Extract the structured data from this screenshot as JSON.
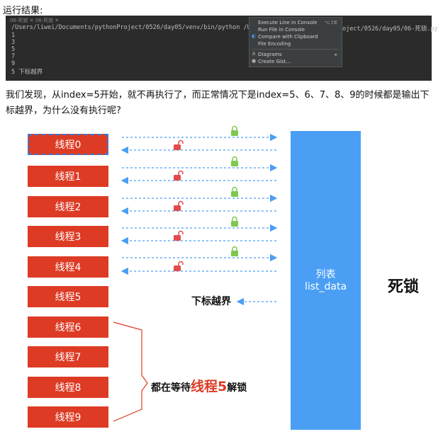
{
  "page_title": "运行结果:",
  "terminal": {
    "tabs": "06-死锁 ✕   06-死锁 ✕",
    "command_left": "/Users/liwei/Documents/pythonProject/0526/day05/venv/bin/python /Use",
    "command_right": "oject/0526/day05/06-死锁.py",
    "output_lines": [
      "1",
      "3",
      "5",
      "7",
      "9",
      "5 下标越界"
    ]
  },
  "context_menu": {
    "items": [
      {
        "label": "Execute Line in Console",
        "shortcut": "⌥⇧E"
      },
      {
        "label": "Run File in Console",
        "shortcut": ""
      },
      {
        "label": "Compare with Clipboard",
        "shortcut": ""
      },
      {
        "label": "File Encoding",
        "shortcut": ""
      },
      {
        "label": "Diagrams",
        "shortcut": "▸"
      },
      {
        "label": "Create Gist...",
        "shortcut": ""
      }
    ]
  },
  "paragraph": "我们发现，从index=5开始，就不再执行了，而正常情况下是index=5、6、7、8、9的时候都是输出下标越界，为什么没有执行呢?",
  "diagram": {
    "threads": [
      "线程0",
      "线程1",
      "线程2",
      "线程3",
      "线程4",
      "线程5",
      "线程6",
      "线程7",
      "线程8",
      "线程9"
    ],
    "data_block": {
      "line1": "列表",
      "line2": "list_data"
    },
    "out_of_bounds_label": "下标越界",
    "deadlock_label": "死锁",
    "waiting_prefix": "都在等待",
    "waiting_highlight": "线程5",
    "waiting_suffix": "解锁",
    "colors": {
      "thread": "#dd3b24",
      "data_block": "#4a9ff5",
      "arrow": "#4a9ff5",
      "locked": "#7ec850",
      "unlocked": "#e24b4b"
    }
  }
}
